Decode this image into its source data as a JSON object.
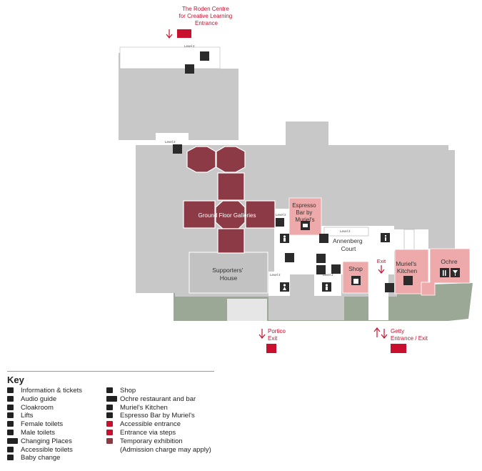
{
  "entrances": {
    "roden": "The Roden Centre\nfor Creative Learning\nEntrance",
    "portico": "Portico\nExit",
    "getty": "Getty\nEntrance / Exit",
    "exit": "Exit"
  },
  "rooms": {
    "ground_floor_galleries": "Ground Floor Galleries",
    "supporters_house": "Supporters'\nHouse",
    "espresso_bar": "Espresso\nBar by\nMuriel's",
    "annenberg_court": "Annenberg\nCourt",
    "shop": "Shop",
    "muriels_kitchen": "Muriel's\nKitchen",
    "ochre": "Ochre"
  },
  "level_labels": [
    "Level 2",
    "Level 2",
    "Level 2",
    "Level 2",
    "Level 2",
    "Level 2"
  ],
  "key": {
    "title": "Key",
    "left": [
      {
        "icon": "info-icon",
        "label": "Information & tickets"
      },
      {
        "icon": "audio-guide-icon",
        "label": "Audio guide"
      },
      {
        "icon": "cloakroom-icon",
        "label": "Cloakroom"
      },
      {
        "icon": "lift-icon",
        "label": "Lifts"
      },
      {
        "icon": "female-toilet-icon",
        "label": "Female toilets"
      },
      {
        "icon": "male-toilet-icon",
        "label": "Male toilets"
      },
      {
        "icon": "changing-places-icon",
        "label": "Changing Places"
      },
      {
        "icon": "accessible-toilet-icon",
        "label": "Accessible toilets"
      },
      {
        "icon": "baby-change-icon",
        "label": "Baby change"
      }
    ],
    "right": [
      {
        "icon": "shop-icon",
        "label": "Shop"
      },
      {
        "icon": "restaurant-bar-icon",
        "label": "Ochre restaurant and bar"
      },
      {
        "icon": "kitchen-icon",
        "label": "Muriel's Kitchen"
      },
      {
        "icon": "coffee-icon",
        "label": "Espresso Bar by Muriel's"
      },
      {
        "icon": "accessible-entrance-icon",
        "label": "Accessible entrance"
      },
      {
        "icon": "steps-entrance-icon",
        "label": "Entrance via steps"
      },
      {
        "icon": "temporary-exhibition-icon",
        "label": "Temporary exhibition\n(Admission charge may apply)"
      }
    ]
  },
  "colors": {
    "building": "#c9c8c8",
    "corridor": "#ffffff",
    "temporary_exhibition": "#8b3a46",
    "facilities": "#eeaaaa",
    "garden": "#9aa895",
    "accent": "#c8102e",
    "icon": "#2b2b2b"
  }
}
